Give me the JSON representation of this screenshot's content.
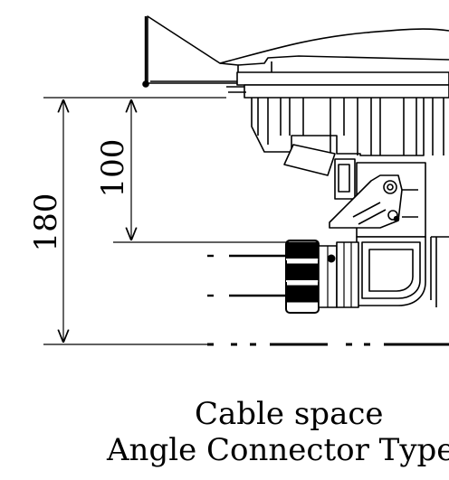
{
  "dimensions": {
    "outer": "180",
    "inner": "100"
  },
  "caption": {
    "line1": "Cable space",
    "line2": "Angle Connector Type"
  },
  "colors": {
    "line": "#000000",
    "background": "#ffffff"
  }
}
